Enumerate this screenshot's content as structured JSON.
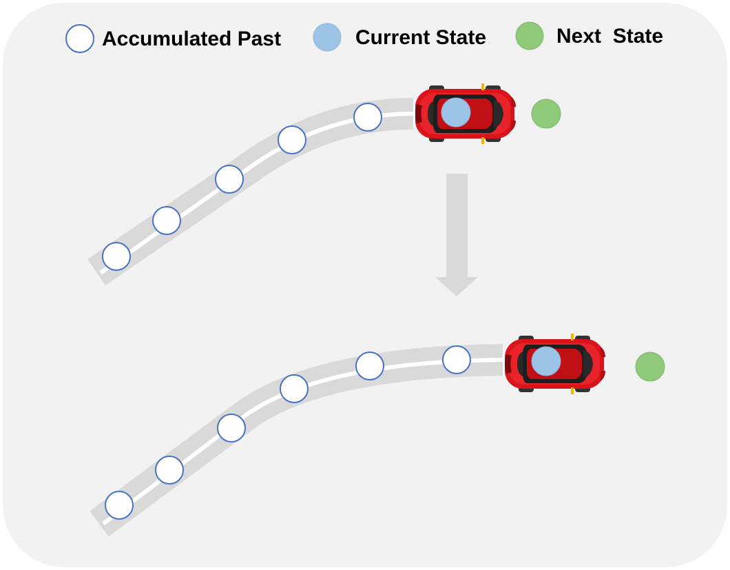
{
  "legend": {
    "past_label": "Accumulated Past",
    "current_label": "Current State",
    "next_label": "Next  State"
  },
  "colors": {
    "panel": "#f2f2f2",
    "road": "#d9d9d9",
    "lane_line": "#ffffff",
    "past_fill": "#ffffff",
    "past_stroke": "#4472c4",
    "current_fill": "#9dc3e6",
    "next_fill": "#8fca7a",
    "car_body": "#d9141b",
    "arrow": "#d9d9d9"
  },
  "icons": {
    "car": "car-top-view-icon",
    "arrow": "down-arrow-icon"
  }
}
